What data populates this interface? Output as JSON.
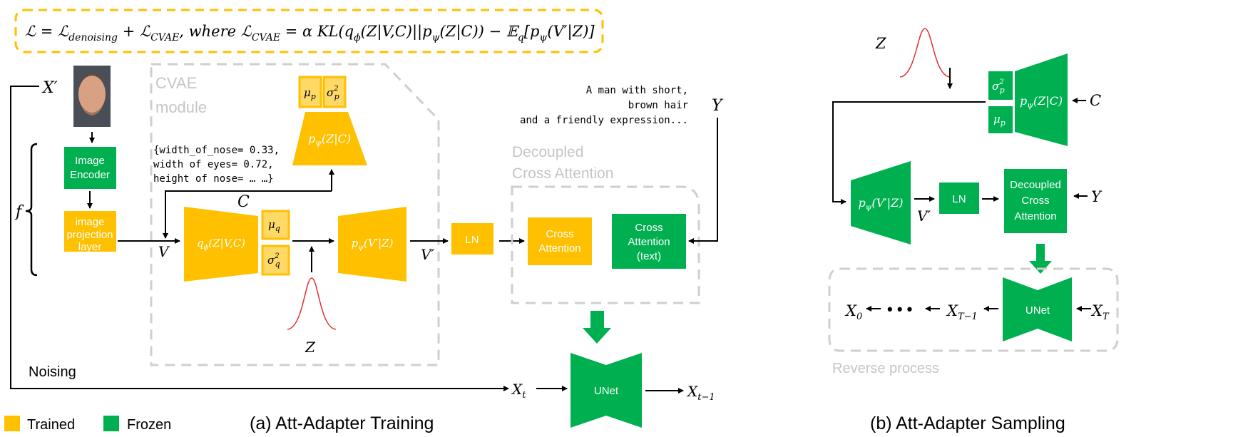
{
  "colors": {
    "trained": "#FFC000",
    "frozen": "#00B050",
    "light_trained": "#FFD966",
    "region": "#D0CECE"
  },
  "formula": {
    "p1": "ℒ = ℒ",
    "p1_sub": "denoising",
    "p2": " + ℒ",
    "p2_sub": "CVAE",
    "p3": ", where ℒ",
    "p3_sub": "CVAE",
    "p4": " = α KL(q",
    "p4_sub": "ϕ",
    "p5": "(Z|V,C)||p",
    "p5_sub": "ψ",
    "p6": "(Z|C)) − 𝔼",
    "p6_sub": "q",
    "p7": "[p",
    "p7_sub": "ψ",
    "p8": "(V′|Z)]"
  },
  "training": {
    "x_prime": "X′",
    "f": "f",
    "image_encoder": [
      "Image",
      "Encoder"
    ],
    "image_projection": [
      "image",
      "projection",
      "layer"
    ],
    "cvae_module": [
      "CVAE",
      "module"
    ],
    "mu_p": "μ",
    "mu_p_sub": "p",
    "sigma_p": "σ",
    "sigma_p_sub": "p",
    "sigma_p_sup": "2",
    "p_z_c": "p",
    "p_z_c_sub": "ψ",
    "p_z_c_rest": "(Z|C)",
    "attributes": [
      "{width_of_nose= 0.33,",
      "width of eyes= 0.72,",
      "height of nose= … …}"
    ],
    "c": "C",
    "v": "V",
    "q_enc": "q",
    "q_enc_sub": "ϕ",
    "q_enc_rest": "(Z|V,C)",
    "mu_q": "μ",
    "mu_q_sub": "q",
    "sigma_q": "σ",
    "sigma_q_sub": "q",
    "sigma_q_sup": "2",
    "z": "Z",
    "p_v_z": "p",
    "p_v_z_sub": "ψ",
    "p_v_z_rest": "(V′|Z)",
    "v_prime": "V′",
    "ln": "LN",
    "decoupled": [
      "Decoupled",
      "Cross Attention"
    ],
    "cross_attention": [
      "Cross",
      "Attention"
    ],
    "cross_attention_text": [
      "Cross",
      "Attention",
      "(text)"
    ],
    "prompt": [
      "A man with short,",
      "brown hair",
      "and a friendly expression..."
    ],
    "y": "Y",
    "unet": "UNet",
    "noising": "Noising",
    "x_t": "X",
    "x_t_sub": "t",
    "x_t1": "X",
    "x_t1_sub": "t−1",
    "caption": "(a) Att-Adapter Training"
  },
  "legend": {
    "trained": "Trained",
    "frozen": "Frozen"
  },
  "sampling": {
    "z": "Z",
    "sigma_p": "σ",
    "sigma_p_sub": "p",
    "sigma_p_sup": "2",
    "mu_p": "μ",
    "mu_p_sub": "p",
    "p_z_c": "p",
    "p_z_c_sub": "ψ",
    "p_z_c_rest": "(Z|C)",
    "c": "C",
    "p_v_z": "p",
    "p_v_z_sub": "ψ",
    "p_v_z_rest": "(V′|Z)",
    "v_prime": "V′",
    "ln": "LN",
    "dca": [
      "Decoupled",
      "Cross",
      "Attention"
    ],
    "y": "Y",
    "unet": "UNet",
    "x0": "X",
    "x0_sub": "0",
    "dots": "• • •",
    "xT1": "X",
    "xT1_sub": "T−1",
    "xT": "X",
    "xT_sub": "T",
    "reverse_process": "Reverse process",
    "caption": "(b) Att-Adapter Sampling"
  }
}
